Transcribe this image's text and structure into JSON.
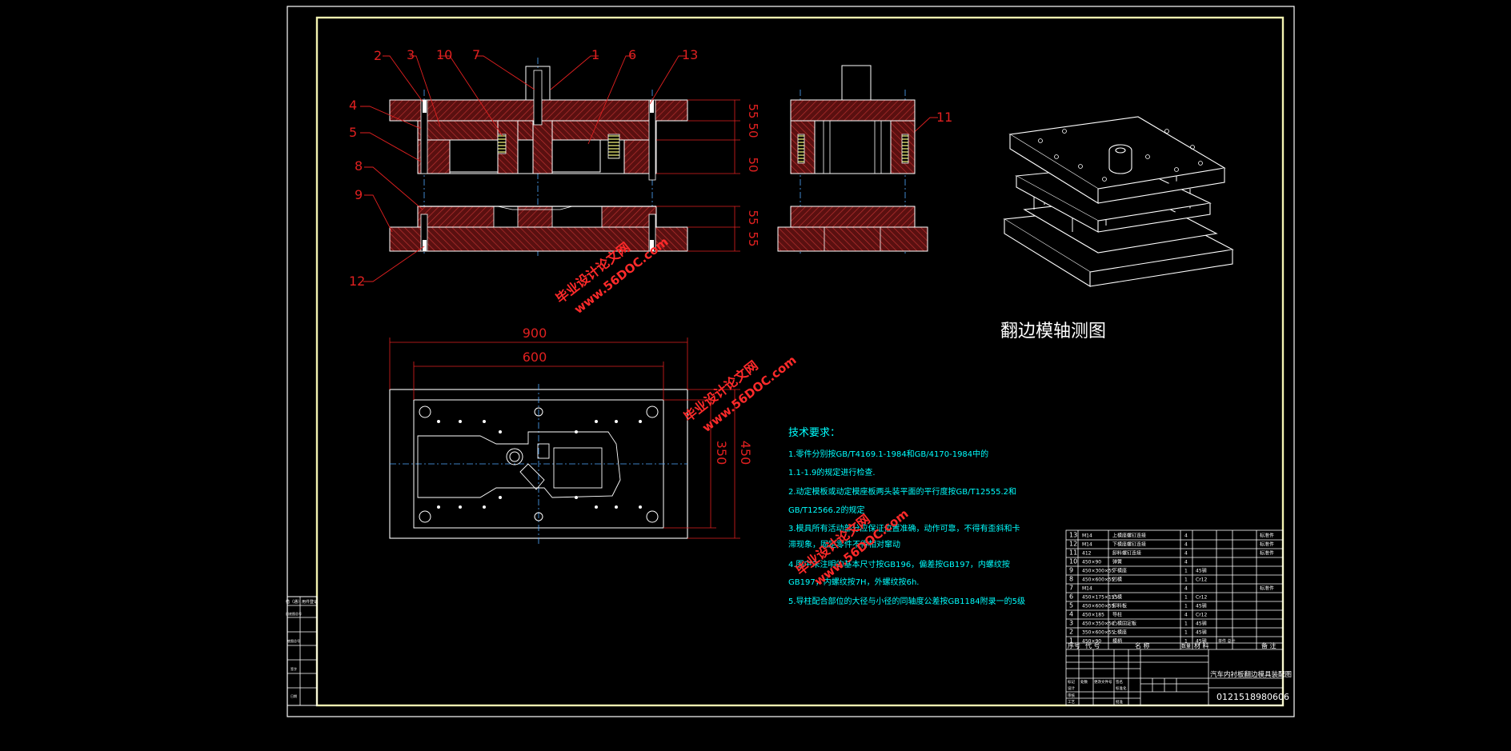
{
  "colors": {
    "background": "#000000",
    "outer_frame": "#ffffff",
    "inner_frame": "#f2f2b0",
    "section_hatch": "#8b1a1a",
    "outline": "#ffffff",
    "centerline": "#4fa8ff",
    "leader": "#e02020",
    "dimension": "#e02020",
    "note_text": "#00ffff",
    "table_line": "#ffffff",
    "watermark": "#ff2a2a"
  },
  "part_callouts": [
    "2",
    "3",
    "10",
    "7",
    "1",
    "6",
    "13",
    "4",
    "5",
    "8",
    "9",
    "12",
    "11"
  ],
  "front_view_dims": [
    "55",
    "50",
    "50",
    "55",
    "55"
  ],
  "plan_view_dims": {
    "width_outer": "900",
    "width_inner": "600",
    "height_inner": "350",
    "height_outer": "450"
  },
  "iso_view_caption": "翻边模轴测图",
  "tech_requirements": {
    "title": "技术要求：",
    "lines": [
      "1.零件分别按GB/T4169.1-1984和GB/4170-1984中的",
      "1.1-1.9的规定进行检查.",
      "2.动定模板或动定模座板两头装平面的平行度按GB/T12555.2和",
      "GB/T12566.2的规定",
      "3.模具所有活动部分应保证位置准确，动作可靠，不得有歪斜和卡",
      "滞现象，固定零件不得相对窜动",
      "4.图中未注明的基本尺寸按GB196，偏差按GB197，内螺纹按",
      "GB197，内螺纹按7H，外螺纹按6h.",
      "5.导柱配合部位的大径与小径的同轴度公差按GB1184附录一的5级"
    ]
  },
  "watermarks": [
    {
      "line1": "毕业设计论文网",
      "line2": "www.56DOC.com"
    },
    {
      "line1": "毕业设计论文网",
      "line2": "www.56DOC.com"
    },
    {
      "line1": "毕业设计论文网",
      "line2": "www.56DOC.com"
    }
  ],
  "bom": {
    "rows": [
      {
        "no": "13",
        "code": "M14",
        "name": "上模座螺钉连接",
        "qty": "4",
        "mat": "",
        "note": "标准件"
      },
      {
        "no": "12",
        "code": "M14",
        "name": "下模座螺钉连接",
        "qty": "4",
        "mat": "",
        "note": "标准件"
      },
      {
        "no": "11",
        "code": "412",
        "name": "卸料螺钉连接",
        "qty": "4",
        "mat": "",
        "note": "标准件"
      },
      {
        "no": "10",
        "code": "450×90",
        "name": "弹簧",
        "qty": "4",
        "mat": "",
        "note": ""
      },
      {
        "no": "9",
        "code": "450×300×55",
        "name": "下模座",
        "qty": "1",
        "mat": "45钢",
        "note": ""
      },
      {
        "no": "8",
        "code": "450×600×55",
        "name": "凹模",
        "qty": "1",
        "mat": "Cr12",
        "note": ""
      },
      {
        "no": "7",
        "code": "M14",
        "name": "",
        "qty": "4",
        "mat": "",
        "note": "标准件"
      },
      {
        "no": "6",
        "code": "450×175×155",
        "name": "凸模",
        "qty": "1",
        "mat": "Cr12",
        "note": ""
      },
      {
        "no": "5",
        "code": "450×600×55",
        "name": "卸料板",
        "qty": "1",
        "mat": "45钢",
        "note": ""
      },
      {
        "no": "4",
        "code": "450×185",
        "name": "导柱",
        "qty": "4",
        "mat": "Cr12",
        "note": ""
      },
      {
        "no": "3",
        "code": "450×350×50",
        "name": "凸模固定板",
        "qty": "1",
        "mat": "45钢",
        "note": ""
      },
      {
        "no": "2",
        "code": "350×600×55",
        "name": "上模座",
        "qty": "1",
        "mat": "45钢",
        "note": ""
      },
      {
        "no": "1",
        "code": "450×90",
        "name": "模柄",
        "qty": "1",
        "mat": "45钢",
        "note": ""
      }
    ],
    "header": {
      "no": "序号",
      "code": "代  号",
      "name": "名  称",
      "qty": "数量",
      "mat": "材  料",
      "weight": "单件 总计",
      "note": "备  注"
    }
  },
  "title_block": {
    "drawing_title": "汽车内衬板翻边模具装配图",
    "drawing_id": "0121518980606",
    "labels": [
      "标记",
      "处数",
      "更改文件号",
      "签名",
      "设计",
      "标准化",
      "审核",
      "工艺",
      "批准"
    ]
  },
  "left_strip_labels": [
    "借（通）用件登记",
    "旧底图总号",
    "底图总号",
    "签字",
    "日期"
  ]
}
